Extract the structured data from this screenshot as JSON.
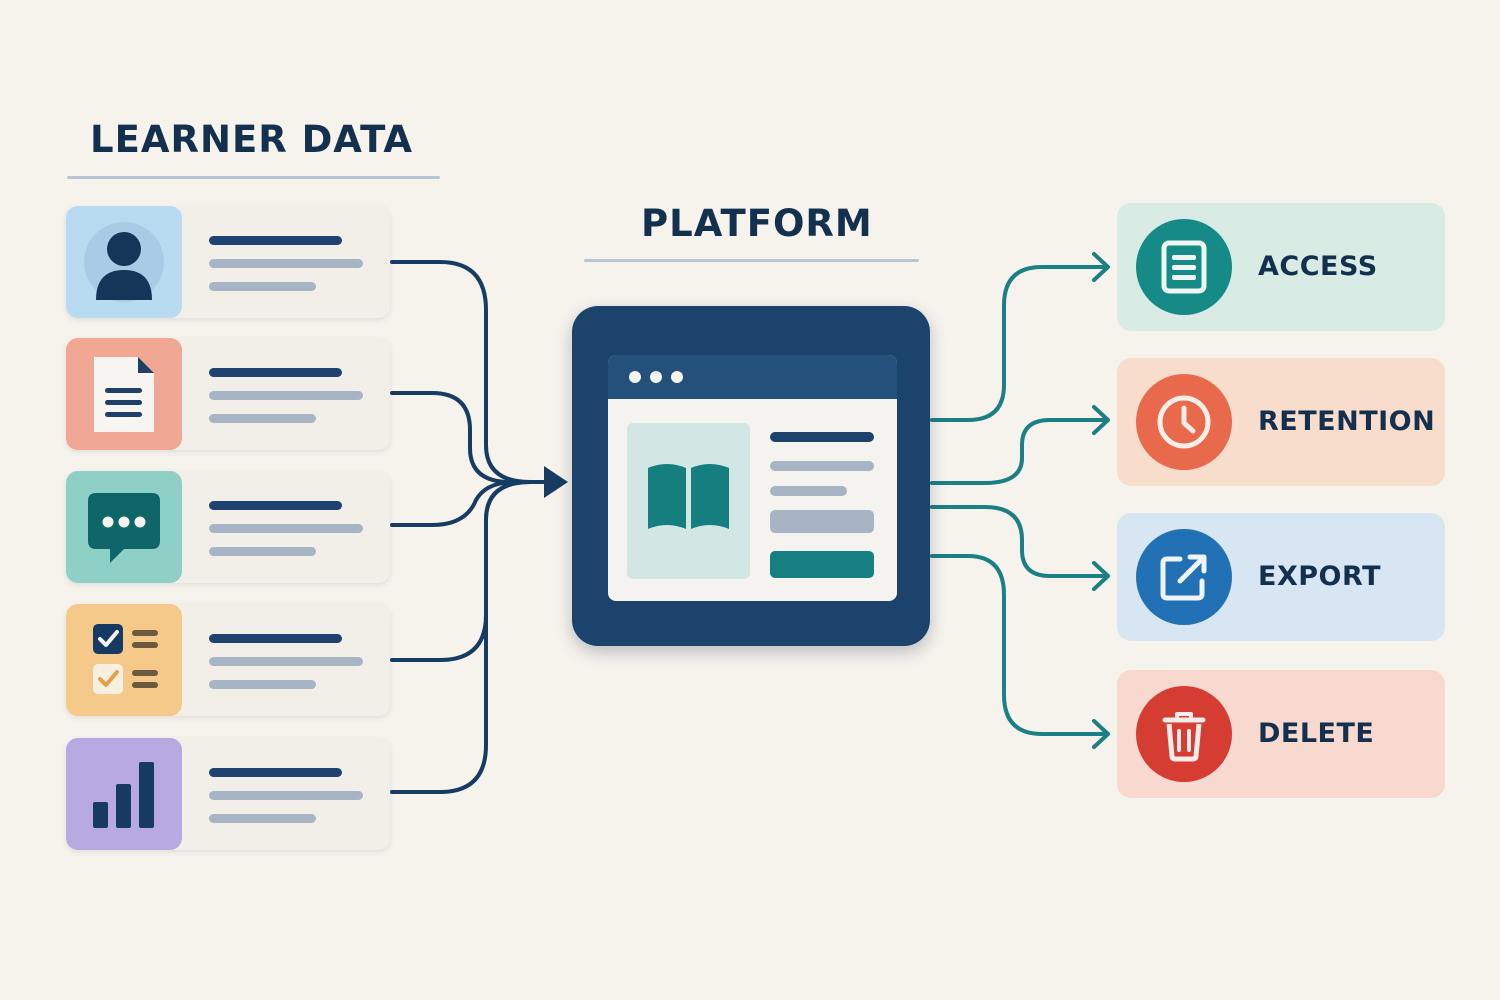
{
  "learner_data": {
    "title": "LEARNER DATA",
    "cards": [
      {
        "icon": "user-icon",
        "color": "#b9dbf1"
      },
      {
        "icon": "document-icon",
        "color": "#f0a793"
      },
      {
        "icon": "chat-icon",
        "color": "#8fd0c6"
      },
      {
        "icon": "checklist-icon",
        "color": "#f4c989"
      },
      {
        "icon": "bar-chart-icon",
        "color": "#b8a9e3"
      }
    ]
  },
  "platform": {
    "title": "PLATFORM",
    "icon": "book-icon",
    "colors": {
      "frame": "#1b436b",
      "accent": "#167f82"
    }
  },
  "actions": [
    {
      "label": "ACCESS",
      "icon": "document-lines-icon",
      "bg": "#d8ebe4",
      "circle": "#168a86"
    },
    {
      "label": "RETENTION",
      "icon": "clock-icon",
      "bg": "#f8ddcc",
      "circle": "#e8694c"
    },
    {
      "label": "EXPORT",
      "icon": "export-icon",
      "bg": "#d7e6f2",
      "circle": "#2271b5"
    },
    {
      "label": "DELETE",
      "icon": "trash-icon",
      "bg": "#f7d9cf",
      "circle": "#d53d33"
    }
  ]
}
